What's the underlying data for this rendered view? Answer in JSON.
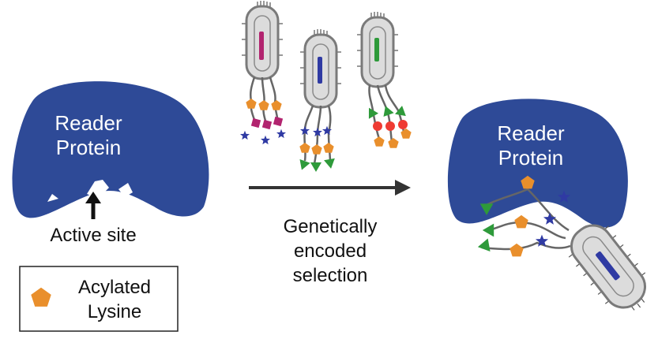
{
  "left_protein": {
    "line1": "Reader",
    "line2": "Protein"
  },
  "active_site_label": "Active site",
  "legend": {
    "line1": "Acylated",
    "line2": "Lysine",
    "icon": "orange-pentagon"
  },
  "arrow_caption": {
    "line1": "Genetically",
    "line2": "encoded",
    "line3": "selection"
  },
  "right_protein": {
    "line1": "Reader",
    "line2": "Protein"
  },
  "colors": {
    "protein": "#2e4a97",
    "cell_fill": "#dcdcdc",
    "cell_stroke": "#7a7a7a",
    "lysine_orange": "#e98f2c",
    "magenta": "#b2246f",
    "blue": "#2f3aa3",
    "green": "#2e9a3a",
    "red": "#ef3b33",
    "arrow": "#333333"
  }
}
